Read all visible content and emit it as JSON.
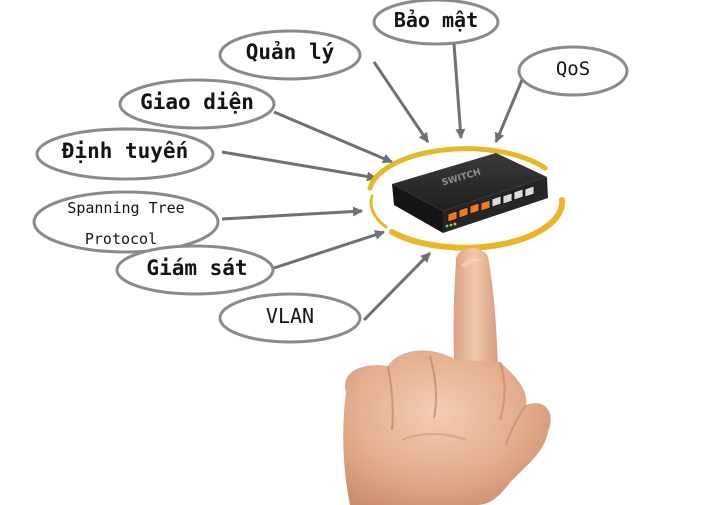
{
  "features": {
    "security": "Bảo mật",
    "management": "Quản lý",
    "qos": "QoS",
    "interface": "Giao diện",
    "routing": "Định tuyến",
    "spanning_tree_line1": "Spanning Tree",
    "spanning_tree_line2": "Protocol",
    "monitoring": "Giám sát",
    "vlan": "VLAN"
  },
  "device_logo": "SWITCH",
  "colors": {
    "bubble_outline": "#8a8a8a",
    "ring": "#e8b626",
    "switch_body": "#2b2b2b",
    "port_highlight": "#f07a1e",
    "arrow": "#707070",
    "skin": "#e7b698"
  }
}
